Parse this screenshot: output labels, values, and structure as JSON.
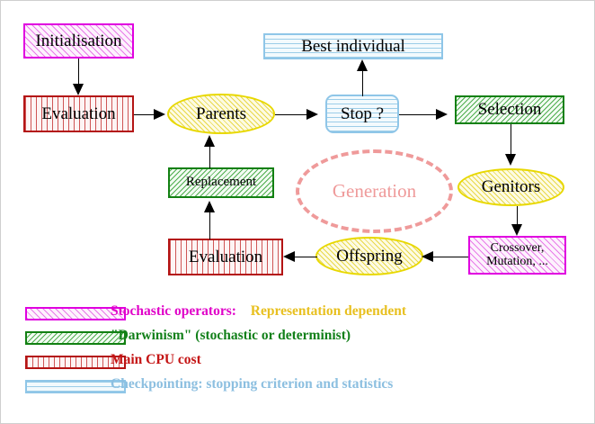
{
  "diagram": {
    "title": "Evolutionary Algorithm Flow Diagram",
    "nodes": {
      "initialisation": "Initialisation",
      "evaluation_top": "Evaluation",
      "parents": "Parents",
      "best_individual": "Best individual",
      "stop": "Stop ?",
      "selection": "Selection",
      "genitors": "Genitors",
      "crossover_line1": "Crossover,",
      "crossover_line2": "Mutation, ...",
      "offspring": "Offspring",
      "evaluation_bottom": "Evaluation",
      "replacement": "Replacement",
      "generation": "Generation"
    },
    "colors": {
      "magenta": "#e000e0",
      "green": "#128012",
      "red": "#b41414",
      "blue": "#8fc6e8",
      "yellow": "#e8d800",
      "salmon": "#ef9a9a",
      "gold": "#e8c020"
    }
  },
  "legend": {
    "rows": [
      {
        "swatch": "magenta-diagonal-hatch",
        "label": "Stochastic operators:",
        "label_color": "#e000c8",
        "extra": "Representation dependent",
        "extra_color": "#e8c020"
      },
      {
        "swatch": "green-diagonal-hatch",
        "label": "\"Darwinism\" (stochastic or determinist)",
        "label_color": "#12801a",
        "extra": "",
        "extra_color": ""
      },
      {
        "swatch": "red-vertical-hatch",
        "label": "Main CPU cost",
        "label_color": "#c41414",
        "extra": "",
        "extra_color": ""
      },
      {
        "swatch": "blue-horizontal-hatch",
        "label": "Checkpointing: stopping criterion and statistics",
        "label_color": "#8cbfe0",
        "extra": "",
        "extra_color": ""
      }
    ]
  }
}
